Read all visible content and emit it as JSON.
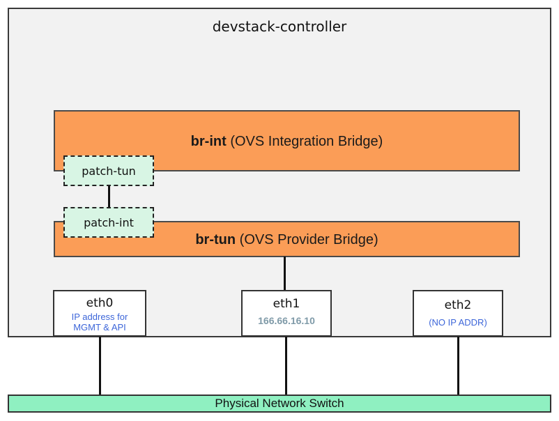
{
  "controller": {
    "title": "devstack-controller"
  },
  "bridges": {
    "br_int": {
      "name": "br-int",
      "desc": "(OVS Integration Bridge)"
    },
    "br_tun": {
      "name": "br-tun",
      "desc": "(OVS Provider Bridge)"
    }
  },
  "patches": {
    "patch_tun": "patch-tun",
    "patch_int": "patch-int"
  },
  "nics": {
    "eth0": {
      "name": "eth0",
      "note_line1": "IP address for",
      "note_line2": "MGMT & API"
    },
    "eth1": {
      "name": "eth1",
      "note": "166.66.16.10"
    },
    "eth2": {
      "name": "eth2",
      "note": "(NO IP ADDR)"
    }
  },
  "switch": {
    "label": "Physical Network Switch"
  },
  "colors": {
    "bridge": "#fb9d57",
    "patch": "#d8f5e4",
    "switch": "#8ff0c1",
    "controller_bg": "#f2f2f2",
    "nic_note_blue": "#3d66d9",
    "nic_note_gray": "#7f9aa8"
  }
}
